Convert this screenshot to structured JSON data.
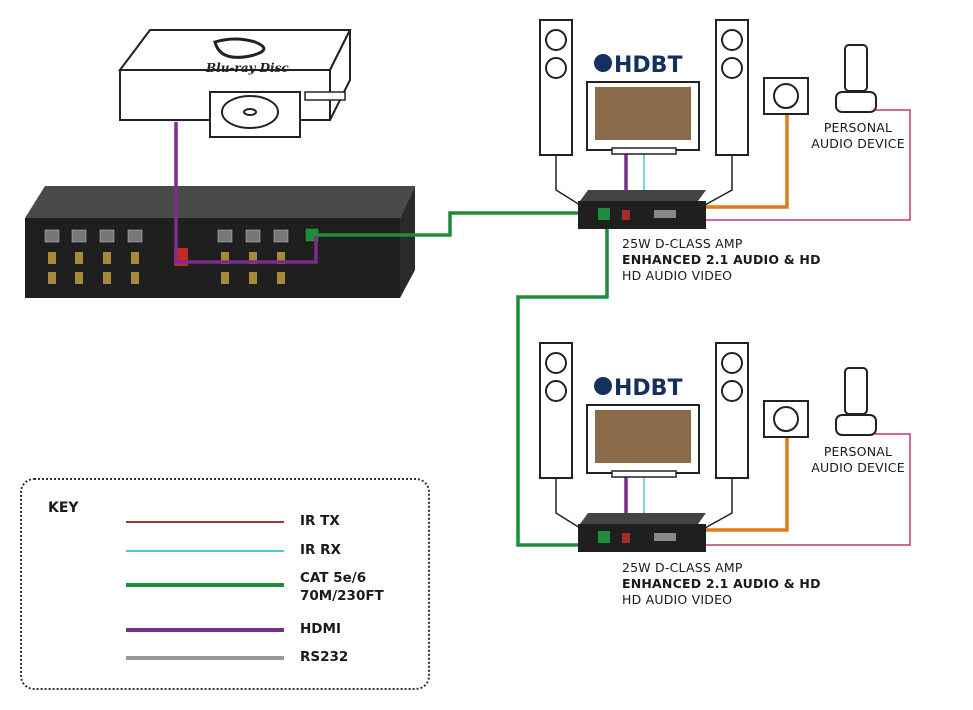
{
  "bluray": {
    "logo_text": "Blu-ray Disc"
  },
  "hdbt_logo": "HDBT",
  "zones": [
    {
      "amp_line1": "25W D-CLASS AMP",
      "amp_line2": "ENHANCED 2.1 AUDIO & HD",
      "amp_line3": "HD AUDIO VIDEO",
      "personal_line1": "PERSONAL",
      "personal_line2": "AUDIO DEVICE"
    },
    {
      "amp_line1": "25W D-CLASS AMP",
      "amp_line2": "ENHANCED 2.1 AUDIO & HD",
      "amp_line3": "HD AUDIO VIDEO",
      "personal_line1": "PERSONAL",
      "personal_line2": "AUDIO DEVICE"
    }
  ],
  "key": {
    "title": "KEY",
    "items": [
      {
        "label": "IR TX",
        "color": "#9b3b3b"
      },
      {
        "label": "IR RX",
        "color": "#4fc3e0"
      },
      {
        "label": "CAT 5e/6",
        "label2": "70M/230FT",
        "color": "#1e8c3a"
      },
      {
        "label": "HDMI",
        "color": "#7b2d8b"
      },
      {
        "label": "RS232",
        "color": "#999999"
      }
    ]
  },
  "colors": {
    "cat": "#1e8c3a",
    "hdmi": "#7b2d8b",
    "irrx": "#4fc3e0",
    "audio": "#e07b1a",
    "personal": "#c0397a"
  }
}
